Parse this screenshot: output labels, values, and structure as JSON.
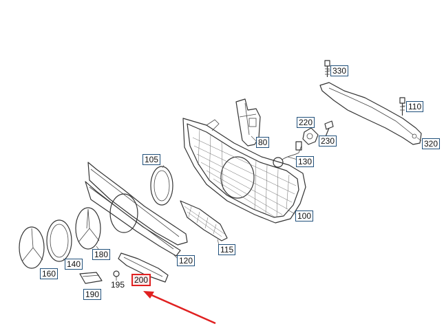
{
  "diagram": {
    "callouts": [
      {
        "key": "c330",
        "label": "330"
      },
      {
        "key": "c110",
        "label": "110"
      },
      {
        "key": "c320",
        "label": "320"
      },
      {
        "key": "c220",
        "label": "220"
      },
      {
        "key": "c230",
        "label": "230"
      },
      {
        "key": "c80",
        "label": "80"
      },
      {
        "key": "c130",
        "label": "130"
      },
      {
        "key": "c105",
        "label": "105"
      },
      {
        "key": "c100",
        "label": "100"
      },
      {
        "key": "c115",
        "label": "115"
      },
      {
        "key": "c120",
        "label": "120"
      },
      {
        "key": "c180",
        "label": "180"
      },
      {
        "key": "c140",
        "label": "140"
      },
      {
        "key": "c160",
        "label": "160"
      },
      {
        "key": "c190",
        "label": "190"
      },
      {
        "key": "c195",
        "label": "195"
      },
      {
        "key": "c200",
        "label": "200"
      }
    ],
    "highlighted_part": "200",
    "arrow_color": "#e02020",
    "callout_border_color": "#1f4f7a"
  }
}
